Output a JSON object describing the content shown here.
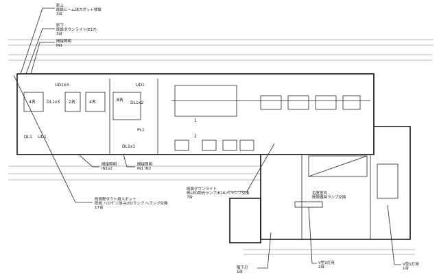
{
  "callouts": {
    "eave_top": {
      "l1": "軒上",
      "l2": "既設ビーム球スポット移設",
      "l3": "3台"
    },
    "eave_under": {
      "l1": "軒下",
      "l2": "既設ダウンライト(E17)",
      "l3": "3台"
    },
    "indirect_1": {
      "l1": "間接照明",
      "l2": "IN1"
    },
    "indirect_2": {
      "l1": "間接照明",
      "l2": "IN1x2"
    },
    "indirect_3": {
      "l1": "間接照明",
      "l2": "IN1  IN2"
    },
    "track_spot": {
      "l1": "既設配ダクト用スポット",
      "l2": "既設 ハロゲン球→LEDランプ へランプ交換",
      "l3": "17台"
    },
    "downlight": {
      "l1": "既設ダウンライト",
      "l2": "既LED調光ランプ(E26)へランプ交換",
      "l3": "7台"
    },
    "bath": {
      "l1": "浴室室内",
      "l2": "既設器具ランプ交換"
    },
    "stair": {
      "l1": "階下灯",
      "l2": "1台"
    },
    "v2": {
      "l1": "V型2灯用",
      "l2": "2台"
    },
    "v1": {
      "l1": "V型1灯用",
      "l2": "1台"
    }
  },
  "rooms": {
    "ud1x3": "UD1x3",
    "dl1x3": "DL1x3",
    "seat4a": "4名",
    "seat2": "2名",
    "seat4b": "4名",
    "ud1a": "UD1",
    "seat8": "8名",
    "dl1x2": "DL1x2",
    "pl1": "PL1",
    "dl1": "DL1",
    "ud1b": "UD1",
    "dl1x1": "DL1x1",
    "n1": "1",
    "n2": "2"
  }
}
